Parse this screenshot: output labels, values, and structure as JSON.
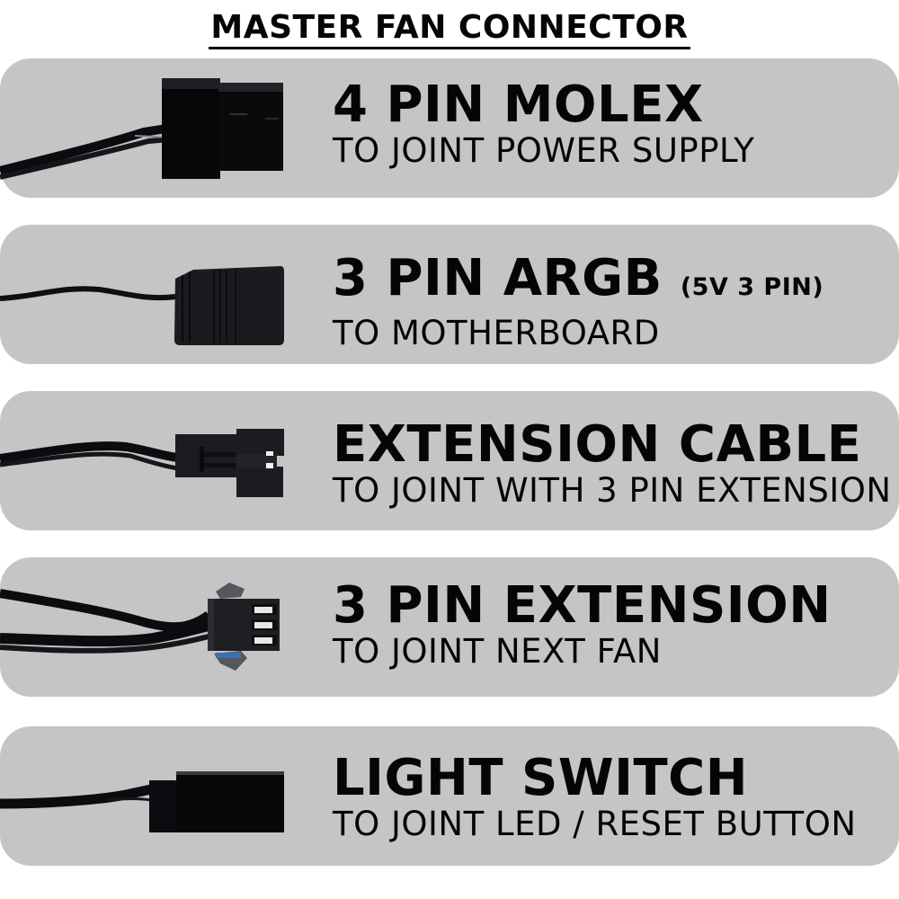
{
  "title": "MASTER FAN CONNECTOR",
  "colors": {
    "panel_bg": "#c6c4c5",
    "text": "#050505",
    "connector": "#0d0d0f",
    "page_bg": "#ffffff"
  },
  "connectors": [
    {
      "name": "4 PIN MOLEX",
      "note": "",
      "description": "TO JOINT POWER SUPPLY",
      "icon": "molex-4pin-connector-icon"
    },
    {
      "name": "3 PIN ARGB",
      "note": "(5V 3 PIN)",
      "description": "TO MOTHERBOARD",
      "icon": "argb-3pin-connector-icon"
    },
    {
      "name": "EXTENSION CABLE",
      "note": "",
      "description": "TO JOINT WITH 3 PIN EXTENSION",
      "icon": "extension-cable-connector-icon"
    },
    {
      "name": "3 PIN EXTENSION",
      "note": "",
      "description": "TO JOINT NEXT FAN",
      "icon": "3pin-extension-connector-icon"
    },
    {
      "name": "LIGHT SWITCH",
      "note": "",
      "description": "TO JOINT LED / RESET BUTTON",
      "icon": "light-switch-connector-icon"
    }
  ]
}
